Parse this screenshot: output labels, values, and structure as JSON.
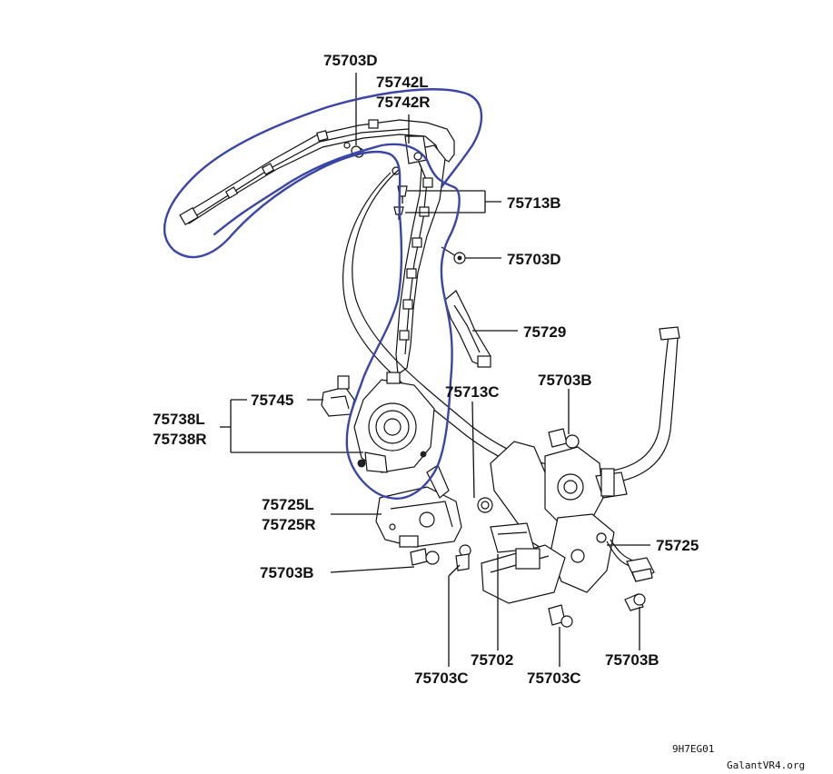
{
  "labels": {
    "p75703D_top": "75703D",
    "p75742L": "75742L",
    "p75742R": "75742R",
    "p75713B": "75713B",
    "p75703D_mid": "75703D",
    "p75729": "75729",
    "p75713C": "75713C",
    "p75703B_top": "75703B",
    "p75745": "75745",
    "p75738L": "75738L",
    "p75738R": "75738R",
    "p75725L": "75725L",
    "p75725R": "75725R",
    "p75725": "75725",
    "p75703B_left": "75703B",
    "p75702": "75702",
    "p75703C_left": "75703C",
    "p75703C_right": "75703C",
    "p75703B_right": "75703B"
  },
  "footer": {
    "code": "9H7EG01",
    "watermark": "GalantVR4.org"
  },
  "colors": {
    "line": "#111111",
    "highlight": "#3a45a8",
    "background": "#ffffff"
  }
}
